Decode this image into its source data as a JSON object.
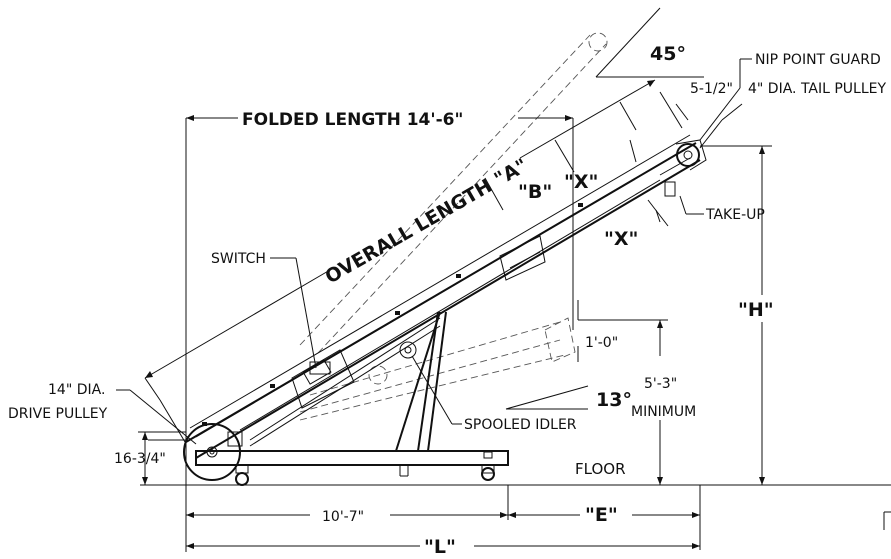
{
  "labels": {
    "angle_max": "45°",
    "nip_offset": "5-1/2\"",
    "nip_point_guard": "NIP POINT GUARD",
    "tail_pulley": "4\" DIA. TAIL PULLEY",
    "folded_length": "FOLDED LENGTH 14'-6\"",
    "overall_length": "OVERALL LENGTH \"A\"",
    "dim_b": "\"B\"",
    "dim_x_upper": "\"X\"",
    "dim_x_lower": "\"X\"",
    "take_up": "TAKE-UP",
    "switch": "SWITCH",
    "dim_h": "\"H\"",
    "dim_1_0": "1'-0\"",
    "dim_5_3": "5'-3\"",
    "minimum": "MINIMUM",
    "angle_min": "13°",
    "drive_pulley_1": "14\" DIA.",
    "drive_pulley_2": "DRIVE PULLEY",
    "dim_16_3_4": "16-3/4\"",
    "spooled_idler": "SPOOLED IDLER",
    "floor": "FLOOR",
    "dim_10_7": "10'-7\"",
    "dim_e": "\"E\"",
    "dim_l": "\"L\""
  }
}
